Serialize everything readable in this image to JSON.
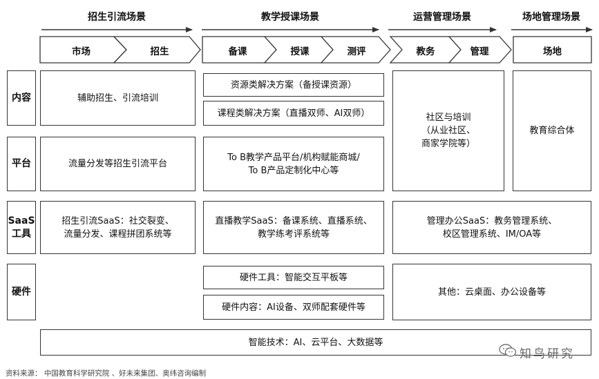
{
  "scenes": [
    {
      "title": "招生引流场景",
      "steps": [
        "市场",
        "招生"
      ]
    },
    {
      "title": "教学授课场景",
      "steps": [
        "备课",
        "授课",
        "测评"
      ]
    },
    {
      "title": "运营管理场景",
      "steps": [
        "教务",
        "管理"
      ]
    },
    {
      "title": "场地管理场景",
      "steps": [
        "场地"
      ]
    }
  ],
  "rows": {
    "content": "内容",
    "platform": "平台",
    "saas": "SaaS\n工具",
    "hardware": "硬件"
  },
  "cells": {
    "content_recruit": "辅助招生、引流培训",
    "content_teach_1": "资源类解决方案（备授课资源）",
    "content_teach_2": "课程类解决方案（直播双师、AI双师）",
    "ops_content_platform": "社区与培训\n（从业社区、\n商家学院等）",
    "venue_content_platform": "教育综合体",
    "platform_recruit": "流量分发等招生引流平台",
    "platform_teach": "To B教学产品平台/机构赋能商城/\nTo B产品定制化中心等",
    "saas_recruit": "招生引流SaaS：社交裂变、\n流量分发、课程拼团系统等",
    "saas_teach": "直播教学SaaS：备课系统、直播系统、\n教学练考评系统等",
    "saas_ops": "管理办公SaaS：教务管理系统、\n校区管理系统、IM/OA等",
    "hw_teach_1": "硬件工具：智能交互平板等",
    "hw_teach_2": "硬件内容：AI设备、双师配套硬件等",
    "hw_ops": "其他：云桌面、办公设备等",
    "tech": "智能技术：AI、云平台、大数据等"
  },
  "footer": "资料来源：  中国教育科学研究院 、好未来集团、奥纬咨询编制",
  "watermark": "知鸟研究"
}
